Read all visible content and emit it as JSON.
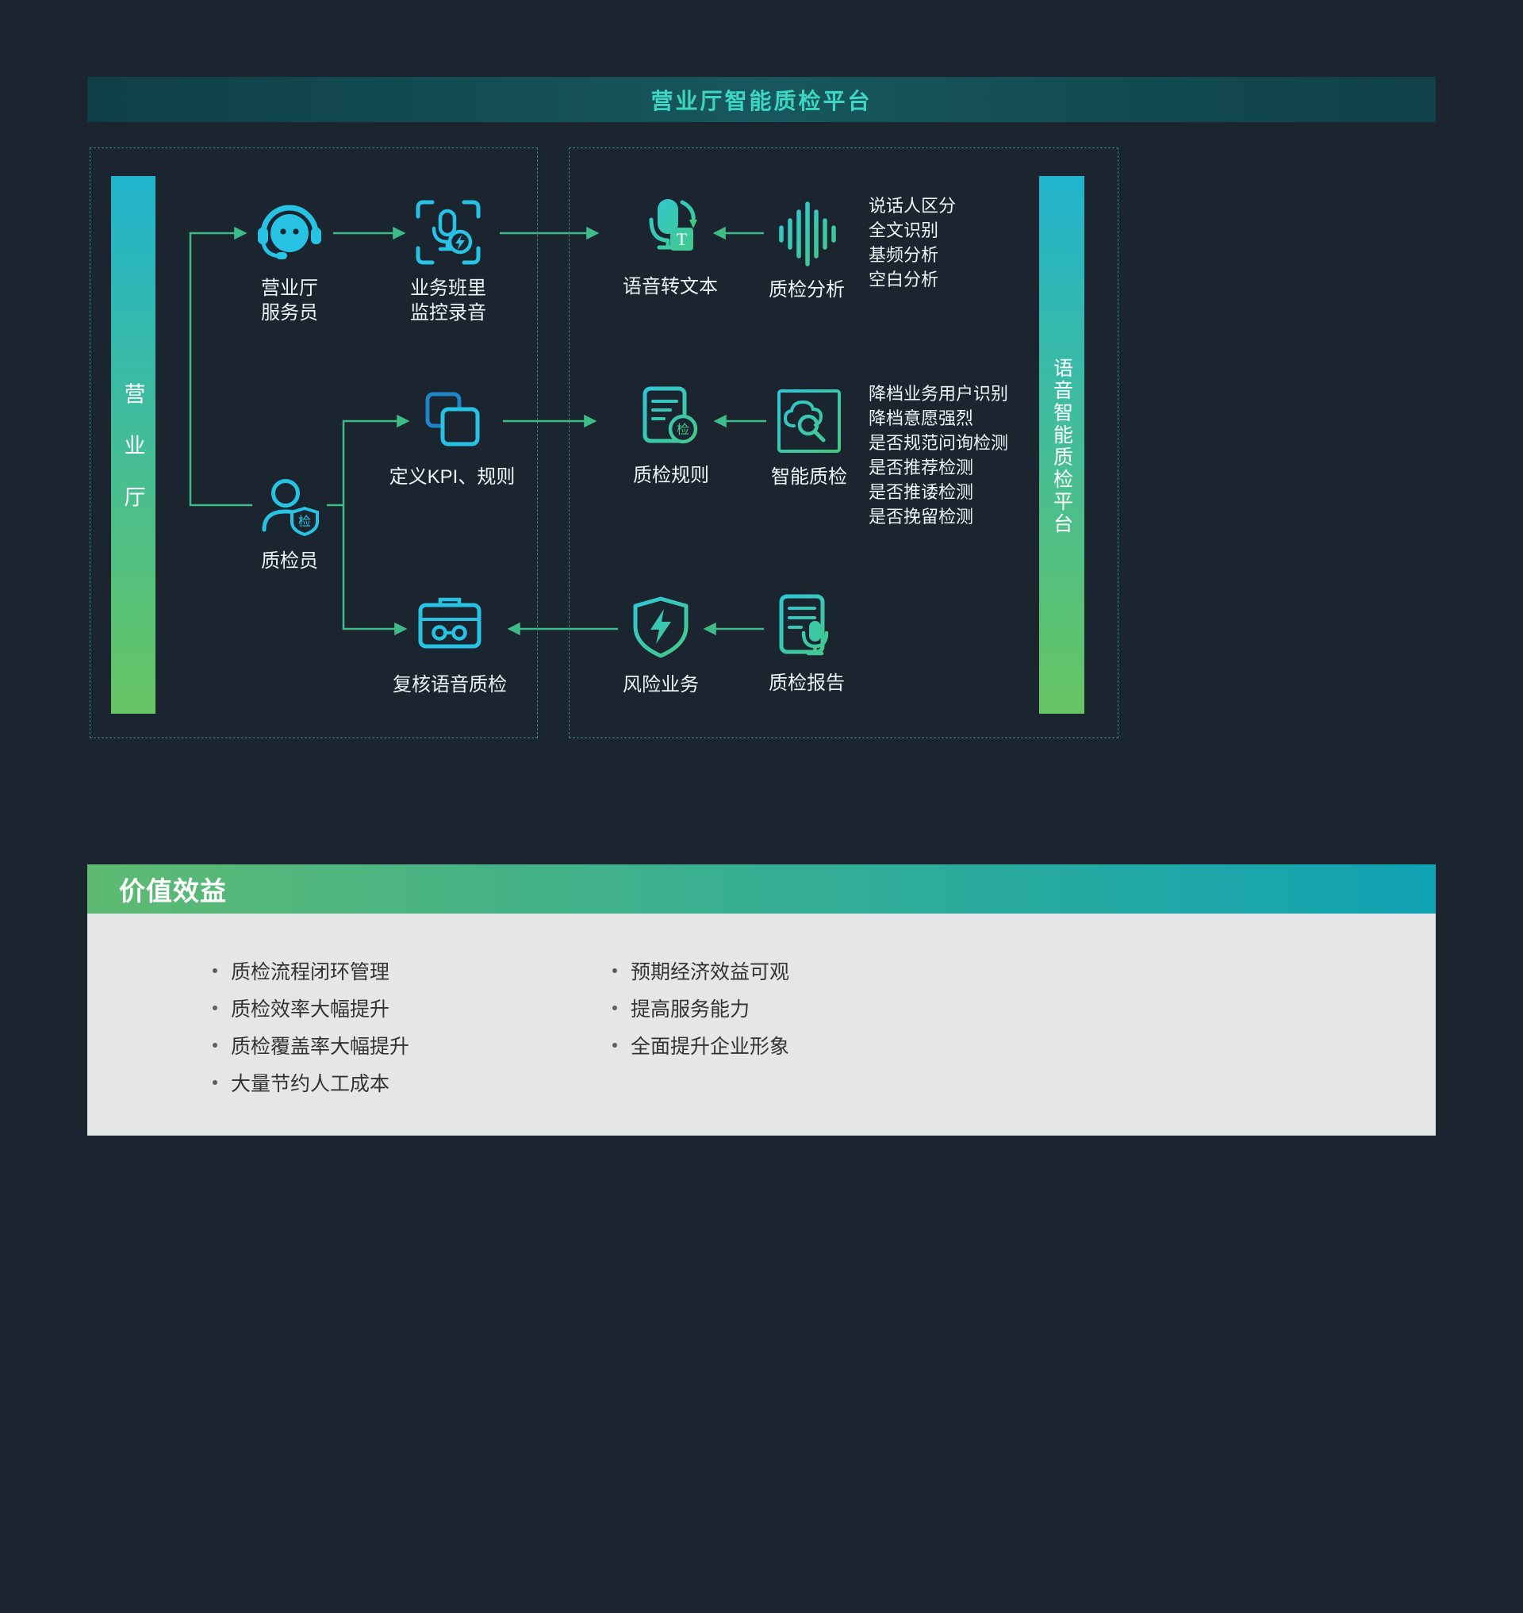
{
  "banner": {
    "title": "营业厅智能质检平台"
  },
  "left_panel": {
    "side_label": "营业厅",
    "attendant": {
      "line1": "营业厅",
      "line2": "服务员"
    },
    "monitor": {
      "line1": "业务班里",
      "line2": "监控录音"
    },
    "inspector": {
      "label": "质检员",
      "badge": "检"
    },
    "kpi": {
      "label": "定义KPI、规则"
    },
    "review": {
      "label": "复核语音质检"
    }
  },
  "right_panel": {
    "side_label": "语音智能质检平台",
    "speech_to_text": {
      "label": "语音转文本",
      "letter": "T"
    },
    "qc_analysis": {
      "label": "质检分析"
    },
    "analysis_items": [
      "说话人区分",
      "全文识别",
      "基频分析",
      "空白分析"
    ],
    "qc_rules": {
      "label": "质检规则",
      "badge": "检"
    },
    "smart_qc": {
      "label": "智能质检"
    },
    "smart_qc_items": [
      "降档业务用户识别",
      "降档意愿强烈",
      "是否规范问询检测",
      "是否推荐检测",
      "是否推诿检测",
      "是否挽留检测"
    ],
    "risk": {
      "label": "风险业务"
    },
    "report": {
      "label": "质检报告"
    }
  },
  "benefits": {
    "title": "价值效益",
    "column1": [
      "质检流程闭环管理",
      "质检效率大幅提升",
      "质检覆盖率大幅提升",
      "大量节约人工成本"
    ],
    "column2": [
      "预期经济效益可观",
      "提高服务能力",
      "全面提升企业形象"
    ]
  },
  "icons": {
    "attendant": "headset-agent-icon",
    "monitor": "recording-frame-icon",
    "inspector": "inspector-badge-icon",
    "kpi": "overlapping-squares-icon",
    "review": "recorder-icon",
    "speech_to_text": "mic-to-text-icon",
    "qc_analysis": "waveform-icon",
    "qc_rules": "document-check-icon",
    "smart_qc": "cloud-search-icon",
    "risk": "shield-lightning-icon",
    "report": "report-mic-icon"
  },
  "colors": {
    "background": "#1a2530",
    "accent_cyan": "#28c3e4",
    "accent_green": "#47c97c",
    "arrow_green": "#3fbb87",
    "banner_text": "#3ed6c2",
    "bar_gradient_top": "#21b4cd",
    "bar_gradient_bottom": "#67c562",
    "benefits_gradient_left": "#5eba72",
    "benefits_gradient_right": "#10a3b4",
    "benefits_body_bg": "#e4e6e8"
  }
}
